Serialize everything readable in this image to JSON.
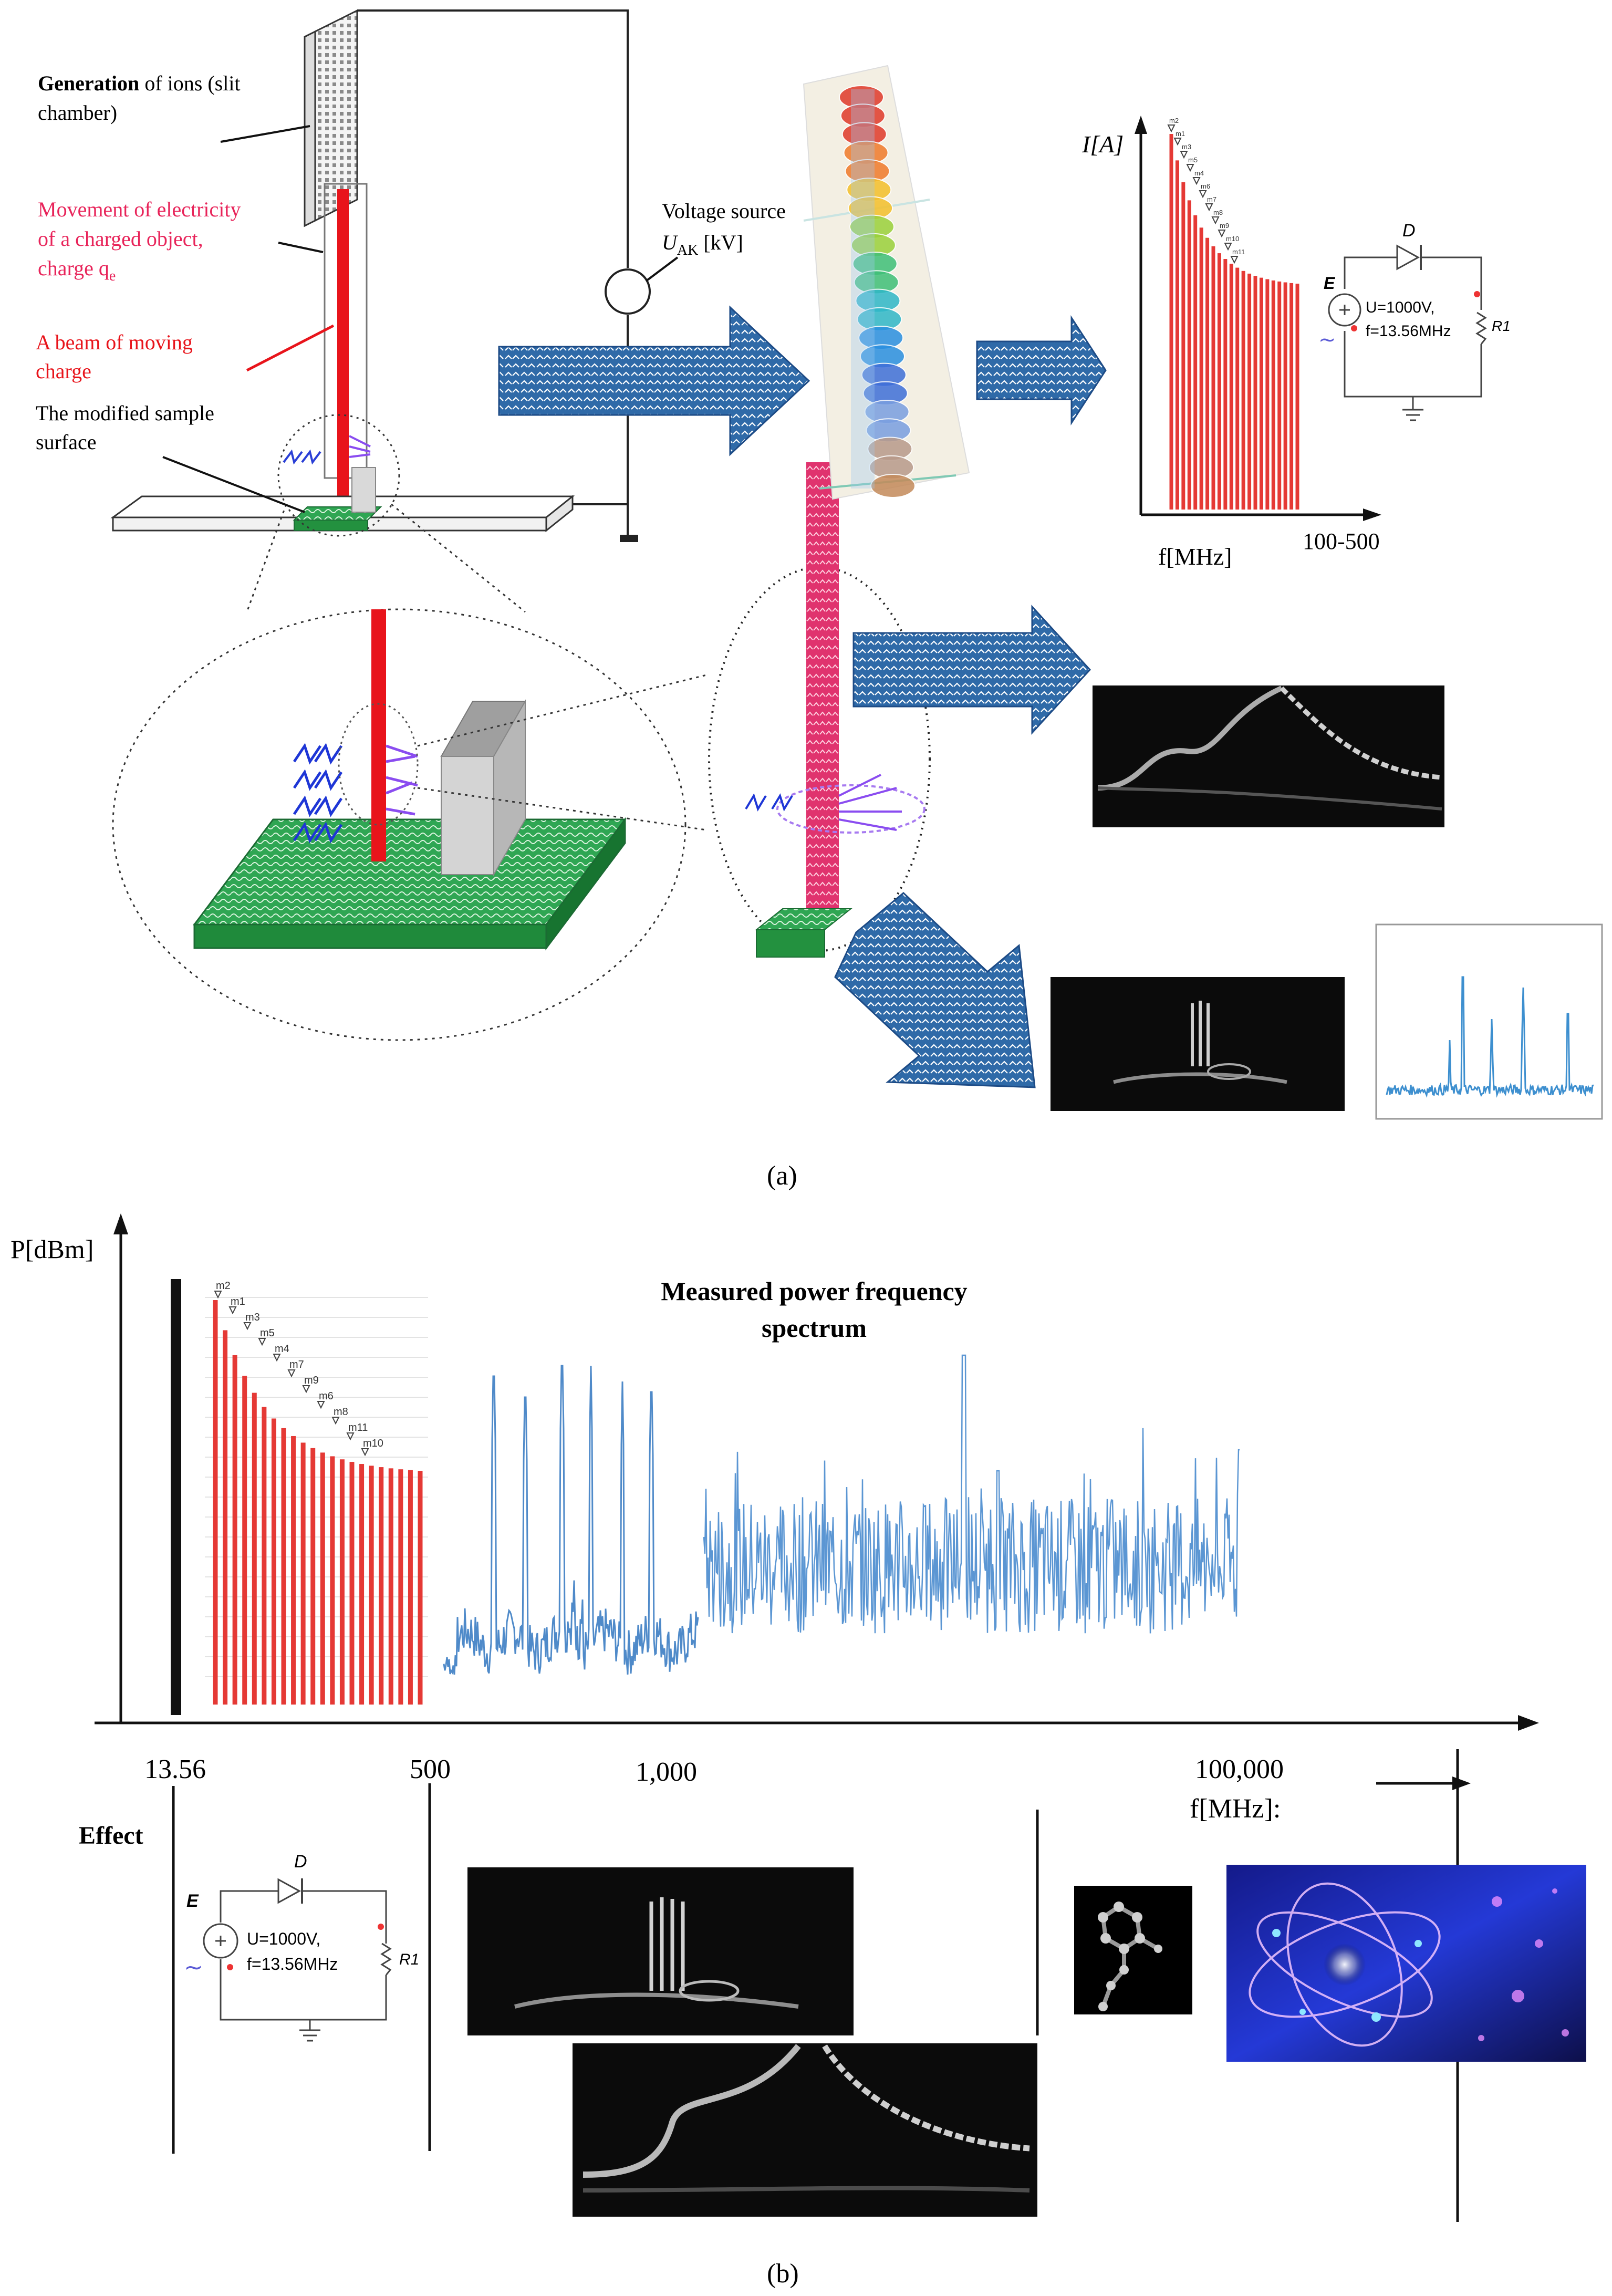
{
  "panel_a": {
    "caption": "(a)",
    "labels": {
      "generation_bold": "Generation",
      "generation_rest": " of ions (slit",
      "generation_line2": "chamber)",
      "movement_line1": "Movement of electricity",
      "movement_line2": "of a charged object,",
      "movement_line3": "charge q",
      "movement_sub": "e",
      "beam_line1": "A beam of moving",
      "beam_line2": "charge",
      "surface_line1": "The modified sample",
      "surface_line2": "surface",
      "voltage_line1": "Voltage source",
      "voltage_U": "U",
      "voltage_sub": "AK",
      "voltage_unit": " [kV]"
    },
    "current_spectrum": {
      "y_label": "I[A]",
      "x_label": "f[MHz]",
      "x_range_label": "100-500",
      "markers": [
        "m2",
        "m1",
        "m3",
        "m5",
        "m4",
        "m6",
        "m7",
        "m8",
        "m9",
        "m10",
        "m11"
      ]
    },
    "circuit": {
      "diode": "D",
      "source": "E",
      "voltage": "U=1000V,",
      "frequency": "f=13.56MHz",
      "resistor": "R1"
    }
  },
  "panel_b": {
    "caption": "(b)",
    "y_label": "P[dBm]",
    "title_line1": "Measured power frequency",
    "title_line2": "spectrum",
    "x_ticks": [
      "13.56",
      "500",
      "1,000",
      "100,000"
    ],
    "x_unit": "f[MHz]:",
    "effect_label": "Effect",
    "markers": [
      "m2",
      "m1",
      "m3",
      "m5",
      "m4",
      "m7",
      "m9",
      "m6",
      "m8",
      "m11",
      "m10"
    ],
    "circuit": {
      "diode": "D",
      "source": "E",
      "voltage": "U=1000V,",
      "frequency": "f=13.56MHz",
      "resistor": "R1"
    }
  },
  "colors": {
    "red_beam": "#e8141b",
    "pink_text": "#e8245a",
    "blue_arrow": "#2f5f9e",
    "green_plate": "#27a04a",
    "spectrum_blue": "#4f8ac9",
    "bar_red": "#e53935",
    "dark_image": "#0b0b0b"
  }
}
